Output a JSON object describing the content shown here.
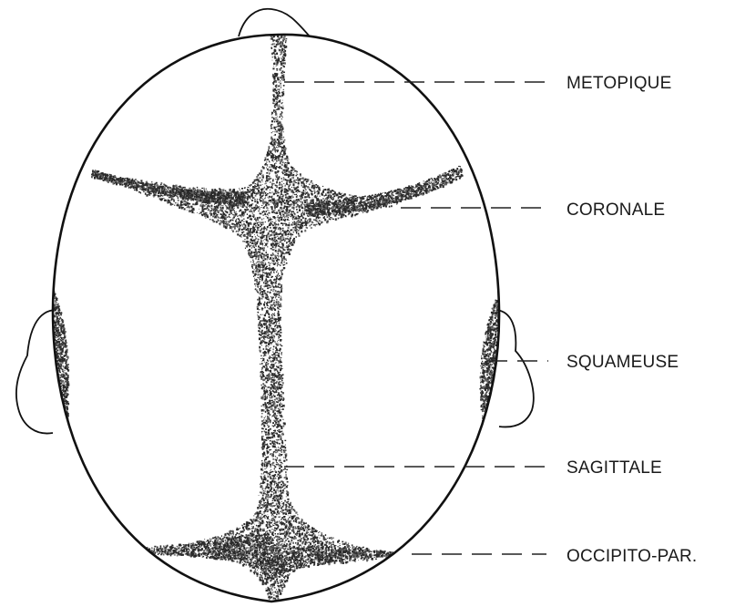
{
  "diagram": {
    "labels": {
      "metopique": "METOPIQUE",
      "coronale": "CORONALE",
      "squameuse": "SQUAMEUSE",
      "sagittale": "SAGITTALE",
      "occipito": "OCCIPITO-PAR."
    }
  }
}
